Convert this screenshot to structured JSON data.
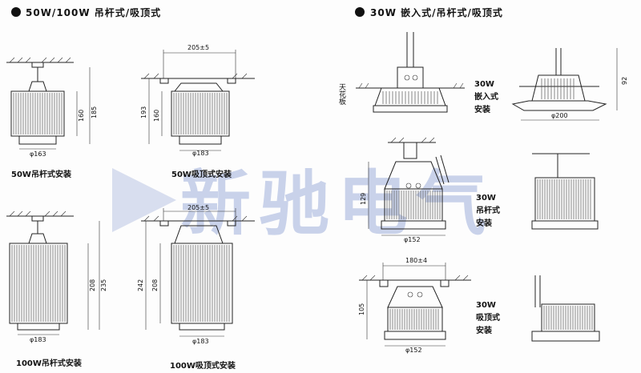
{
  "headers": {
    "left": "50W/100W 吊杆式/吸顶式",
    "right": "30W 嵌入式/吊杆式/吸顶式"
  },
  "captions": {
    "a": "50W吊杆式安装",
    "b": "50W吸顶式安装",
    "c": "100W吊杆式安装",
    "d": "100W吸顶式安装",
    "e": "嵌入式安装",
    "f": "吊杆式安装",
    "g": "吸顶式安装",
    "ceiling_board": "天花板"
  },
  "labels": {
    "w30": "30W"
  },
  "dims": {
    "a_h1": "160",
    "a_h2": "185",
    "a_d": "φ163",
    "b_w": "205±5",
    "b_h1": "193",
    "b_h2": "160",
    "b_d": "φ183",
    "c_h1": "208",
    "c_h2": "235",
    "c_d": "φ183",
    "d_w": "205±5",
    "d_h1": "242",
    "d_h2": "208",
    "d_d": "φ183",
    "e_h": "92",
    "e_d": "φ200",
    "f_h": "129",
    "f_d": "φ152",
    "g_w": "180±4",
    "g_h": "105",
    "g_d": "φ152"
  },
  "watermark": "新驰电气",
  "colors": {
    "watermark": "#c9d2ea",
    "line": "#222222"
  }
}
